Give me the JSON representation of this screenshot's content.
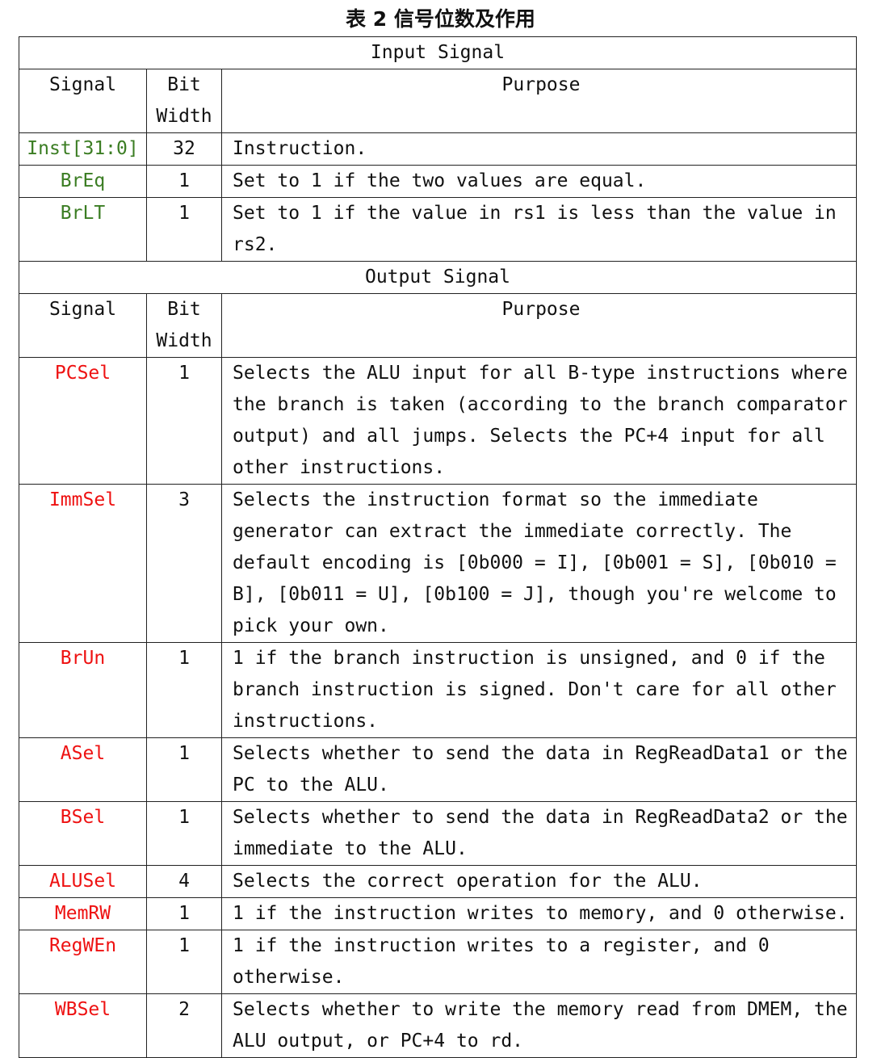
{
  "caption": "表 2 信号位数及作用",
  "colors": {
    "input_signal": "#3b7d23",
    "output_signal": "#ee1111",
    "border": "#222222"
  },
  "input_section": {
    "title": "Input Signal",
    "headers": {
      "signal": "Signal",
      "bit_width": "Bit Width",
      "purpose": "Purpose"
    },
    "rows": [
      {
        "signal": "Inst[31:0]",
        "width": "32",
        "purpose": "Instruction."
      },
      {
        "signal": "BrEq",
        "width": "1",
        "purpose": "Set to 1 if the two values are equal."
      },
      {
        "signal": "BrLT",
        "width": "1",
        "purpose": "Set to 1 if the value in rs1 is less than the value in rs2."
      }
    ]
  },
  "output_section": {
    "title": "Output Signal",
    "headers": {
      "signal": "Signal",
      "bit_width": "Bit Width",
      "purpose": "Purpose"
    },
    "rows": [
      {
        "signal": "PCSel",
        "width": "1",
        "purpose": "Selects the ALU input for all B-type instructions where the branch is taken (according to the branch comparator output) and all jumps. Selects the PC+4 input for all other instructions."
      },
      {
        "signal": "ImmSel",
        "width": "3",
        "purpose": "Selects the instruction format so the immediate generator can extract the immediate correctly. The default encoding is [0b000 = I], [0b001 = S], [0b010 = B], [0b011 = U], [0b100 = J], though you're welcome to pick your own."
      },
      {
        "signal": "BrUn",
        "width": "1",
        "purpose": "1 if the branch instruction is unsigned, and 0 if the branch instruction is signed. Don't care for all other instructions."
      },
      {
        "signal": "ASel",
        "width": "1",
        "purpose": "Selects whether to send the data in RegReadData1 or the PC to the ALU."
      },
      {
        "signal": "BSel",
        "width": "1",
        "purpose": "Selects whether to send the data in RegReadData2 or the immediate to the ALU."
      },
      {
        "signal": "ALUSel",
        "width": "4",
        "purpose": "Selects the correct operation for the ALU."
      },
      {
        "signal": "MemRW",
        "width": "1",
        "purpose": "1 if the instruction writes to memory, and 0 otherwise."
      },
      {
        "signal": "RegWEn",
        "width": "1",
        "purpose": "1 if the instruction writes to a register, and 0 otherwise."
      },
      {
        "signal": "WBSel",
        "width": "2",
        "purpose": "Selects whether to write the memory read from DMEM, the ALU output, or PC+4 to rd."
      }
    ]
  }
}
